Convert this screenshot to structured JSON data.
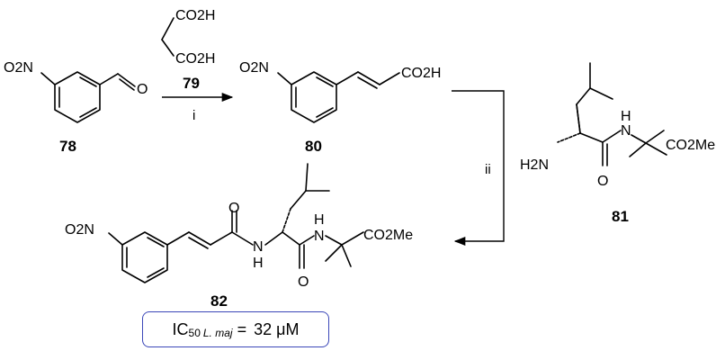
{
  "compounds": {
    "c78": {
      "label": "78",
      "group": "O2N"
    },
    "c79": {
      "label": "79",
      "group_top": "CO2H",
      "group_bottom": "CO2H"
    },
    "c80": {
      "label": "80",
      "group_left": "O2N",
      "group_right": "CO2H"
    },
    "c81": {
      "label": "81",
      "amine": "H2N",
      "nh": "H",
      "ester": "CO2Me",
      "carbonyl_o": "O"
    },
    "c82": {
      "label": "82",
      "group_left": "O2N",
      "nh1": "H",
      "nh2": "H",
      "ester": "CO2Me",
      "o1": "O",
      "o2": "O"
    }
  },
  "atoms": {
    "aldehyde_o": "O",
    "n": "N"
  },
  "reagents": {
    "step_i": "i",
    "step_ii": "ii"
  },
  "activity": {
    "prefix": "IC",
    "sub": "50",
    "organism": "L. maj",
    "eq": "=",
    "value": "32",
    "unit": "μM"
  }
}
